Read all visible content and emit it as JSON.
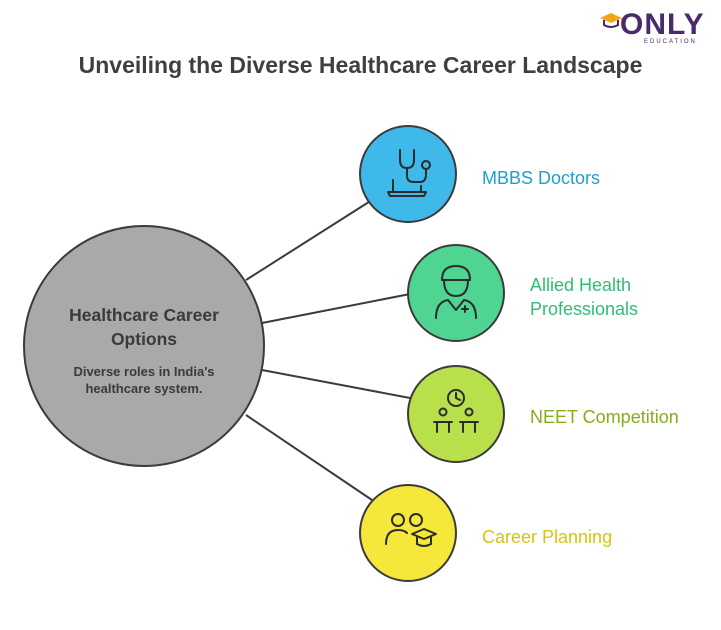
{
  "logo": {
    "text": "ONLY",
    "subtext": "EDUCATION"
  },
  "title": "Unveiling the Diverse Healthcare Career Landscape",
  "center": {
    "title": "Healthcare Career Options",
    "description": "Diverse roles in India's healthcare system."
  },
  "branches": [
    {
      "label": "MBBS Doctors",
      "icon": "stethoscope-laptop-icon",
      "color": "#1e9fcf",
      "fill": "#3fb8ea"
    },
    {
      "label": "Allied Health Professionals",
      "icon": "nurse-icon",
      "color": "#2fbd74",
      "fill": "#4fd591"
    },
    {
      "label": "NEET Competition",
      "icon": "exam-timer-icon",
      "color": "#85ad1c",
      "fill": "#b8e04a"
    },
    {
      "label": "Career Planning",
      "icon": "graduates-icon",
      "color": "#d6c410",
      "fill": "#f5e83a"
    }
  ],
  "colors": {
    "center_fill": "#a9a9a9",
    "stroke": "#3b3b3b",
    "title": "#3f3f3f",
    "logo": "#4a2a6b",
    "logo_accent": "#f2a516"
  }
}
